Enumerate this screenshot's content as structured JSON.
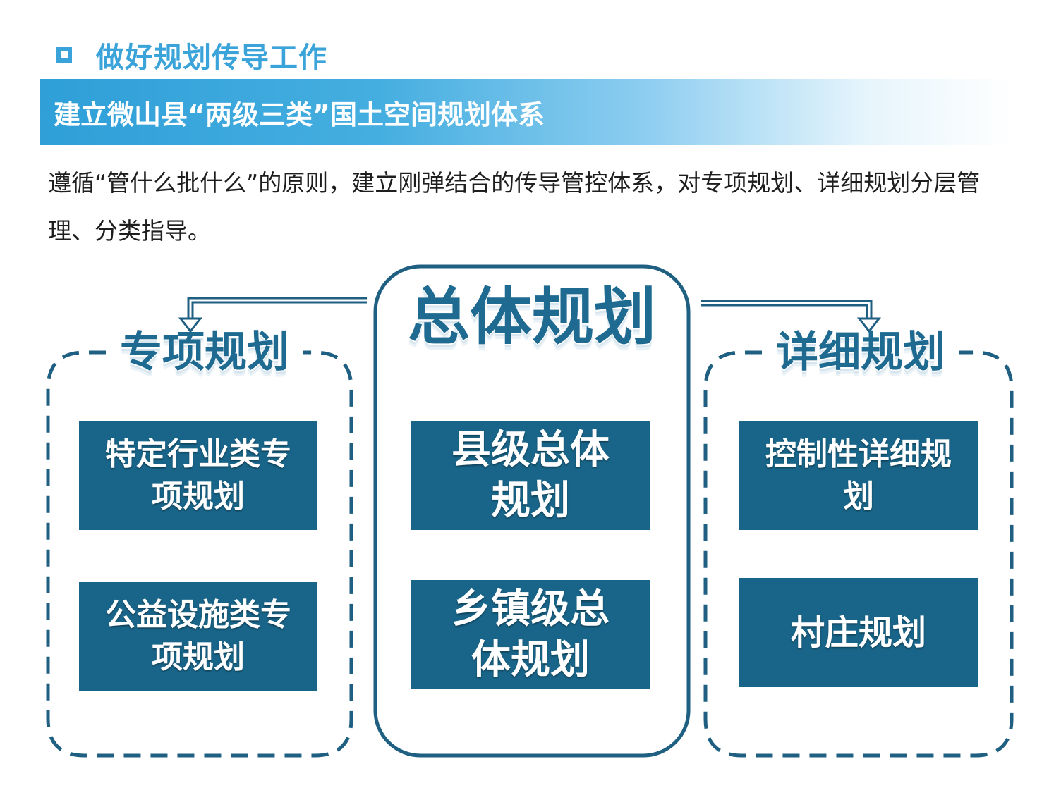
{
  "section": {
    "heading": "做好规划传导工作",
    "banner": "建立微山县“两级三类”国土空间规划体系",
    "paragraph": "遵循“管什么批什么”的原则，建立刚弹结合的传导管控体系，对专项规划、详细规划分层管理、分类指导。"
  },
  "diagram": {
    "left": {
      "title": "专项规划",
      "boxes": [
        {
          "label": "特定行业类专项规划"
        },
        {
          "label": "公益设施类专项规划"
        }
      ]
    },
    "center": {
      "title": "总体规划",
      "boxes": [
        {
          "label": "县级总体规划"
        },
        {
          "label": "乡镇级总体规划"
        }
      ]
    },
    "right": {
      "title": "详细规划",
      "boxes": [
        {
          "label": "控制性详细规划"
        },
        {
          "label": "村庄规划"
        }
      ]
    }
  },
  "colors": {
    "accent": "#3aa3d9",
    "box": "#196589",
    "outline": "#1f5f82",
    "title": "#1f6a91"
  }
}
